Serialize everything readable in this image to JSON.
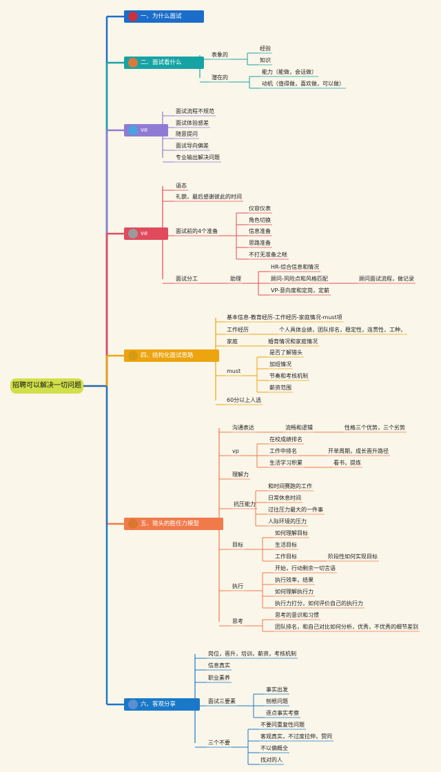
{
  "root": "招聘可以解决一切问题",
  "colors": {
    "trunk": "#2767a8",
    "b1": "#1b6dc9",
    "b2": "#17a3a4",
    "b3": "#8f7bd3",
    "b4": "#e04a5c",
    "b5": "#eca40f",
    "b6": "#f07a4a",
    "b7": "#1a78c8"
  },
  "branches": [
    {
      "label": "一、为什么面试",
      "icon": "number-1-icon"
    },
    {
      "label": "二、面试看什么",
      "icon": "number-2-icon",
      "children": [
        {
          "label": "表象的",
          "children": [
            {
              "label": "经验"
            },
            {
              "label": "知识"
            }
          ]
        },
        {
          "label": "潜在的",
          "children": [
            {
              "label": "能力（能做，会话做）"
            },
            {
              "label": "动机（值得做，喜欢做，可以做）"
            }
          ]
        }
      ]
    },
    {
      "label": "ve",
      "icon": "number-3-icon",
      "children": [
        {
          "label": "面试流程不规范"
        },
        {
          "label": "面试体验感差"
        },
        {
          "label": "随意提问"
        },
        {
          "label": "面试导向偏差"
        },
        {
          "label": "专业输出解决问题"
        }
      ]
    },
    {
      "label": "ve",
      "icon": "number-4-icon",
      "children": [
        {
          "label": "语态"
        },
        {
          "label": "礼貌，最后感谢彼此的时间"
        },
        {
          "label": "面试前的4个准备",
          "children": [
            {
              "label": "仪容仪表"
            },
            {
              "label": "角色切换"
            },
            {
              "label": "信息准备"
            },
            {
              "label": "思路准备"
            },
            {
              "label": "不打无准备之帐"
            }
          ]
        },
        {
          "label": "面试分工",
          "children": [
            {
              "label": "助理",
              "children": [
                {
                  "label": "HR-综合信息和情况"
                },
                {
                  "label": "顾问-风险点和风格匹配",
                  "children": [
                    {
                      "label": "顾问面试流程，做记录"
                    }
                  ]
                },
                {
                  "label": "VP-意向度和定岗，定薪"
                }
              ]
            }
          ]
        }
      ]
    },
    {
      "label": "四、结构化面试思路",
      "icon": "number-5-icon",
      "children": [
        {
          "label": "基本信息-教育经历-工作经历-家庭情况-must项"
        },
        {
          "label": "工作经历",
          "children": [
            {
              "label": "个人具体业绩，团队排名，稳定性，连贯性，工种，"
            }
          ]
        },
        {
          "label": "家庭",
          "children": [
            {
              "label": "婚育情况和家庭情况"
            }
          ]
        },
        {
          "label": "must",
          "children": [
            {
              "label": "是否了解猎头"
            },
            {
              "label": "加班情况"
            },
            {
              "label": "节奏和考核机制"
            },
            {
              "label": "薪资范围"
            }
          ]
        },
        {
          "label": "60分以上人选"
        }
      ]
    },
    {
      "label": "五、猎头的胜任力模型",
      "icon": "number-6-icon",
      "children": [
        {
          "label": "沟通表达",
          "children": [
            {
              "label": "流畅和逻辑",
              "children": [
                {
                  "label": "性格三个优势，三个劣势"
                }
              ]
            }
          ]
        },
        {
          "label": "vp",
          "children": [
            {
              "label": "在校成绩排名"
            },
            {
              "label": "工作中排名",
              "children": [
                {
                  "label": "开单周期，成长晋升路径"
                }
              ]
            },
            {
              "label": "生活学习积累",
              "children": [
                {
                  "label": "看书，提炼"
                }
              ]
            }
          ]
        },
        {
          "label": "理解力"
        },
        {
          "label": "抗压能力",
          "children": [
            {
              "label": "和时间赛跑的工作"
            },
            {
              "label": "日常休息时间"
            },
            {
              "label": "过往压力最大的一件事"
            },
            {
              "label": "人际环境的压力"
            }
          ]
        },
        {
          "label": "目标",
          "children": [
            {
              "label": "如何理解目标"
            },
            {
              "label": "生活目标"
            },
            {
              "label": "工作目标",
              "children": [
                {
                  "label": "阶段性如何实现目标"
                }
              ]
            }
          ]
        },
        {
          "label": "执行",
          "children": [
            {
              "label": "开始，行动剩余一切言语"
            },
            {
              "label": "执行效率，结果"
            },
            {
              "label": "如何理解执行力"
            },
            {
              "label": "执行力打分，如何评价自己的执行力"
            }
          ]
        },
        {
          "label": "思考",
          "children": [
            {
              "label": "思考的意识和习惯"
            },
            {
              "label": "团队排名，和自己对比如何分析，优秀，不优秀的细节差别"
            }
          ]
        }
      ]
    },
    {
      "label": "六、客观分享",
      "icon": "number-7-icon",
      "children": [
        {
          "label": "岗位，晋升，培训，薪资，考核机制"
        },
        {
          "label": "信息真实"
        },
        {
          "label": "职业素养"
        },
        {
          "label": "面试三要素",
          "children": [
            {
              "label": "事实出发"
            },
            {
              "label": "刨根问题"
            },
            {
              "label": "逐点事实考察"
            }
          ]
        },
        {
          "label": "三个不要",
          "children": [
            {
              "label": "不要问重复性问题"
            },
            {
              "label": "客观真实，不过度拉伸，赞同"
            },
            {
              "label": "不以偏概全"
            },
            {
              "label": "找对的人"
            }
          ]
        }
      ]
    }
  ]
}
